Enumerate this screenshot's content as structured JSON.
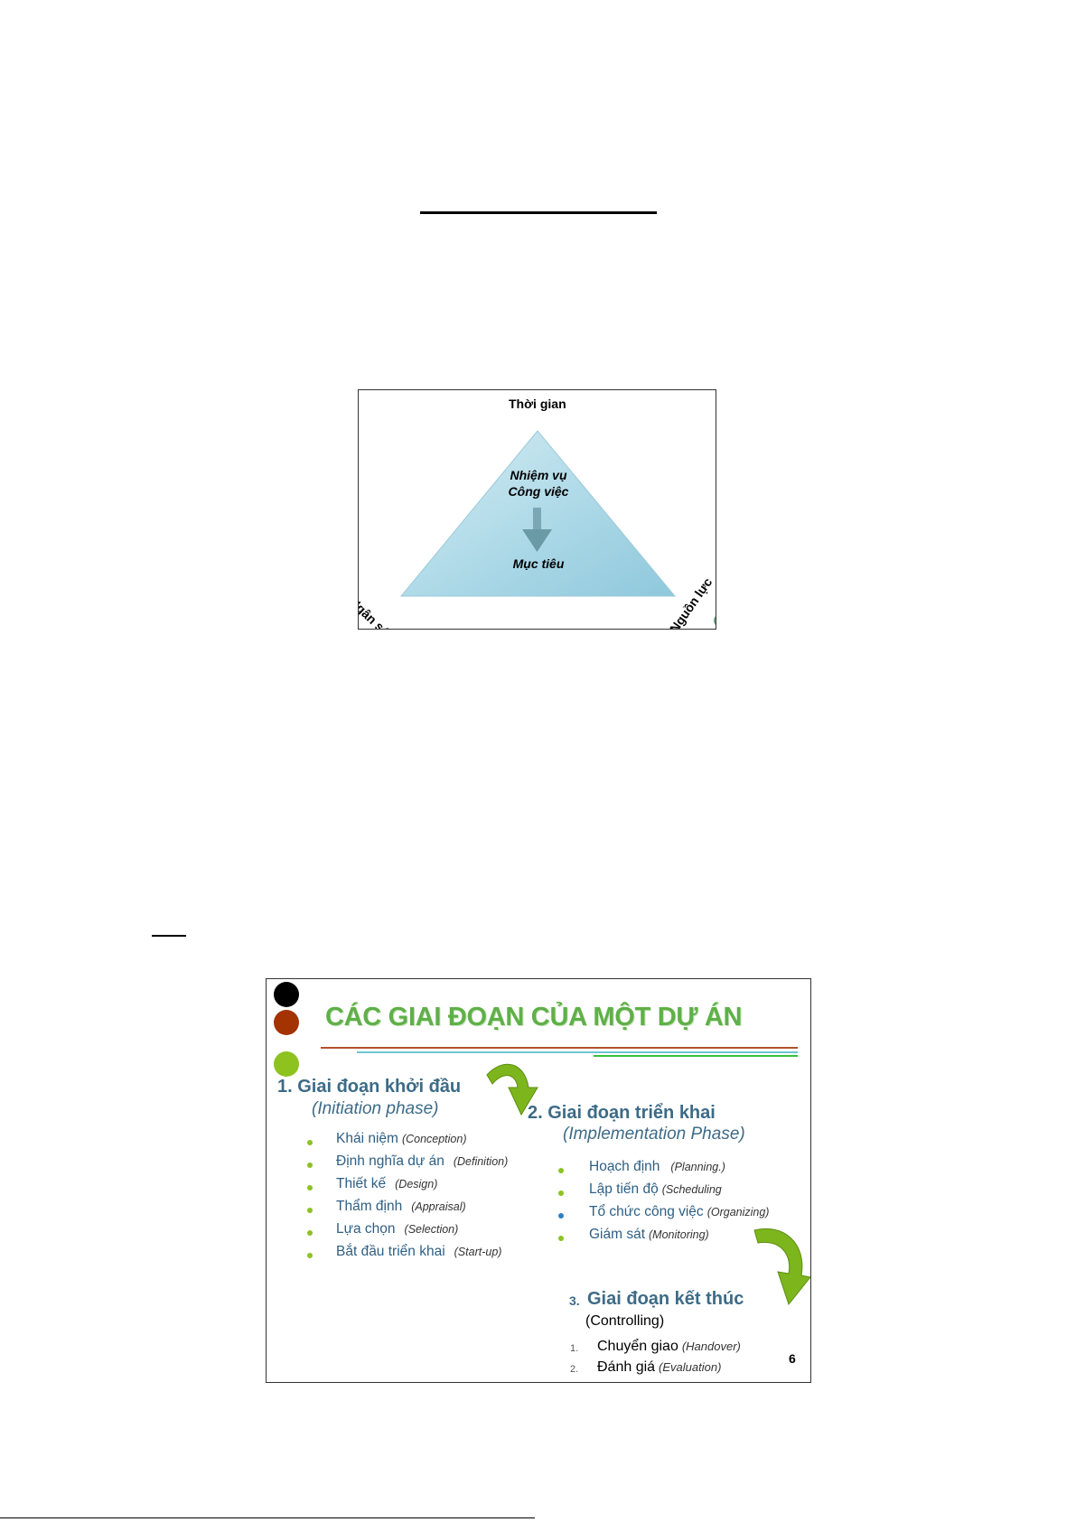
{
  "triangle_figure": {
    "top_label": "Thời gian",
    "center_line1": "Nhiệm vụ",
    "center_line2": "Công việc",
    "goal_label": "Mục tiêu",
    "left_label": "Ngân sách",
    "right_label": "Nguồn lực",
    "fill_color": "#a9d7e6",
    "arrow_color": "#6a9aa6"
  },
  "phases_slide": {
    "title": "CÁC GIAI ĐOẠN CỦA MỘT DỰ ÁN",
    "title_color": "#5fb048",
    "page_number": "6",
    "dot_colors": [
      "#000000",
      "#a33300",
      "#8dc21f"
    ],
    "phase1": {
      "heading": "1. Giai đoạn khởi đầu",
      "subheading": "(Initiation phase)",
      "items": [
        {
          "vi": "Khái niệm",
          "en": "(Conception)"
        },
        {
          "vi": "Định nghĩa dự án",
          "en": "(Definition)"
        },
        {
          "vi": "Thiết kế",
          "en": "(Design)"
        },
        {
          "vi": "Thẩm định",
          "en": "(Appraisal)"
        },
        {
          "vi": "Lựa chọn",
          "en": "(Selection)"
        },
        {
          "vi": "Bắt đầu triển khai",
          "en": "(Start-up)"
        }
      ]
    },
    "phase2": {
      "heading": "2. Giai đoạn triển khai",
      "subheading": "(Implementation Phase)",
      "items": [
        {
          "vi": "Hoạch định",
          "en": "(Planning.)"
        },
        {
          "vi": "Lập tiến độ",
          "en": "(Scheduling"
        },
        {
          "vi": "Tổ chức công việc",
          "en": "(Organizing)"
        },
        {
          "vi": "Giám sát",
          "en": "(Monitoring)"
        }
      ]
    },
    "phase3": {
      "number": "3.",
      "heading": "Giai đoạn kết thúc",
      "subheading": "(Controlling)",
      "items": [
        {
          "num": "1.",
          "vi": "Chuyển giao",
          "en": "(Handover)"
        },
        {
          "num": "2.",
          "vi": "Đánh giá",
          "en": "(Evaluation)"
        }
      ]
    }
  }
}
